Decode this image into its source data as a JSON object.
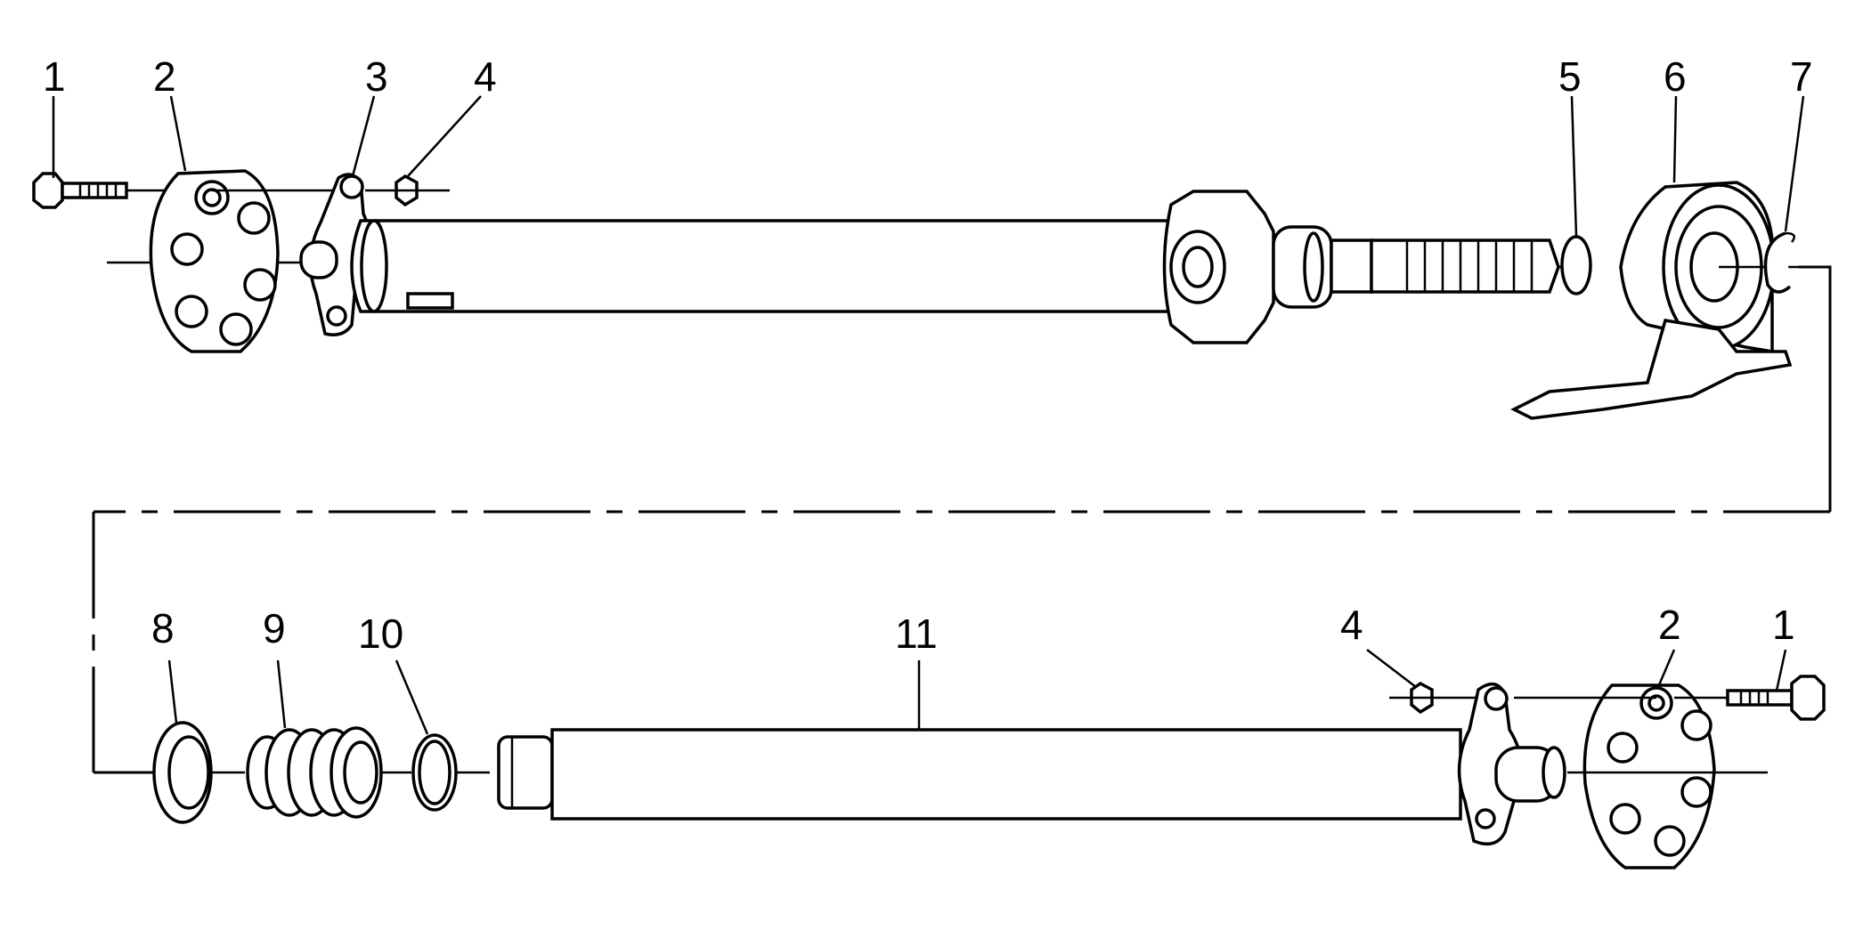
{
  "callouts": {
    "top": [
      {
        "id": "c1",
        "text": "1"
      },
      {
        "id": "c2",
        "text": "2"
      },
      {
        "id": "c3",
        "text": "3"
      },
      {
        "id": "c4",
        "text": "4"
      },
      {
        "id": "c5",
        "text": "5"
      },
      {
        "id": "c6",
        "text": "6"
      },
      {
        "id": "c7",
        "text": "7"
      }
    ],
    "bottom": [
      {
        "id": "c8",
        "text": "8"
      },
      {
        "id": "c9",
        "text": "9"
      },
      {
        "id": "c10",
        "text": "10"
      },
      {
        "id": "c11",
        "text": "11"
      },
      {
        "id": "c4b",
        "text": "4"
      },
      {
        "id": "c2b",
        "text": "2"
      },
      {
        "id": "c1b",
        "text": "1"
      }
    ]
  }
}
